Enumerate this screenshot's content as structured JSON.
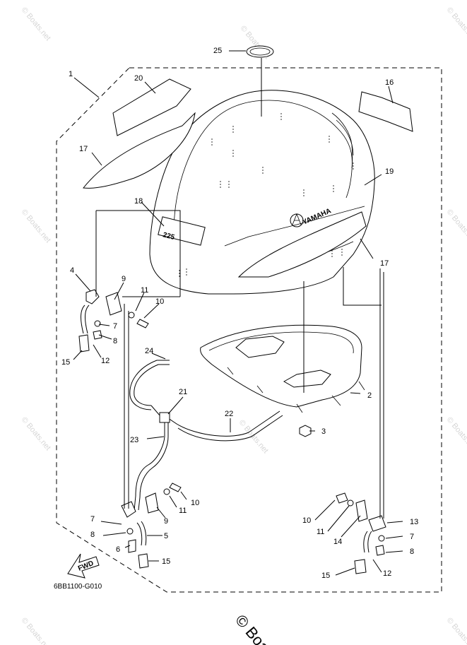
{
  "callouts": {
    "c1": "1",
    "c2": "2",
    "c3": "3",
    "c4": "4",
    "c5": "5",
    "c6": "6",
    "c7a": "7",
    "c7b": "7",
    "c7c": "7",
    "c8a": "8",
    "c8b": "8",
    "c8c": "8",
    "c9a": "9",
    "c9b": "9",
    "c10a": "10",
    "c10b": "10",
    "c10c": "10",
    "c11a": "11",
    "c11b": "11",
    "c11c": "11",
    "c12a": "12",
    "c12b": "12",
    "c13": "13",
    "c14": "14",
    "c15a": "15",
    "c15b": "15",
    "c15c": "15",
    "c16": "16",
    "c17a": "17",
    "c17b": "17",
    "c18": "18",
    "c19": "19",
    "c20": "20",
    "c21": "21",
    "c22": "22",
    "c23": "23",
    "c24": "24",
    "c25": "25"
  },
  "cowl_text": {
    "brand": "YAMAHA",
    "model": "225"
  },
  "fwd_label": "FWD",
  "diagram_code": "6BB1100-G010",
  "watermark": {
    "text": "© Boats.net",
    "corner": "© Boa"
  },
  "colors": {
    "line": "#000000",
    "watermark": "#d6d6d6",
    "background": "#ffffff"
  }
}
